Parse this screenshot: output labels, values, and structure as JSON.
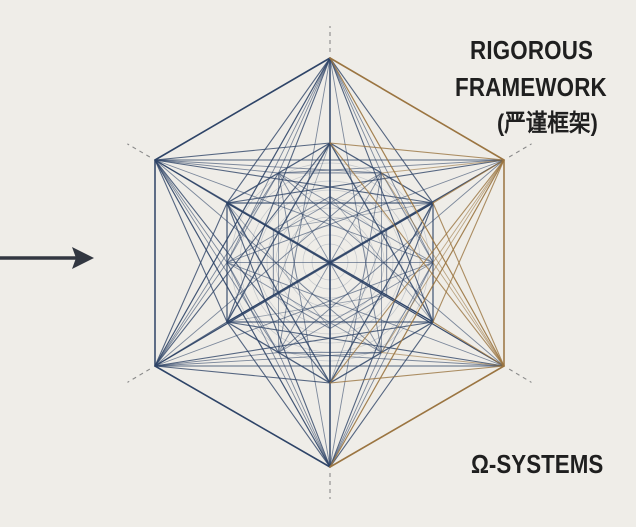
{
  "labels": {
    "title_line1": "RIGOROUS",
    "title_line2": "FRAMEWORK",
    "title_line3": "(严谨框架)",
    "bottom": "Ω-SYSTEMS"
  },
  "colors": {
    "background": "#efede8",
    "line_blue": "#2e4467",
    "line_gold": "#9a7440",
    "arrow": "#323741",
    "dashes": "#8a8a8a"
  }
}
